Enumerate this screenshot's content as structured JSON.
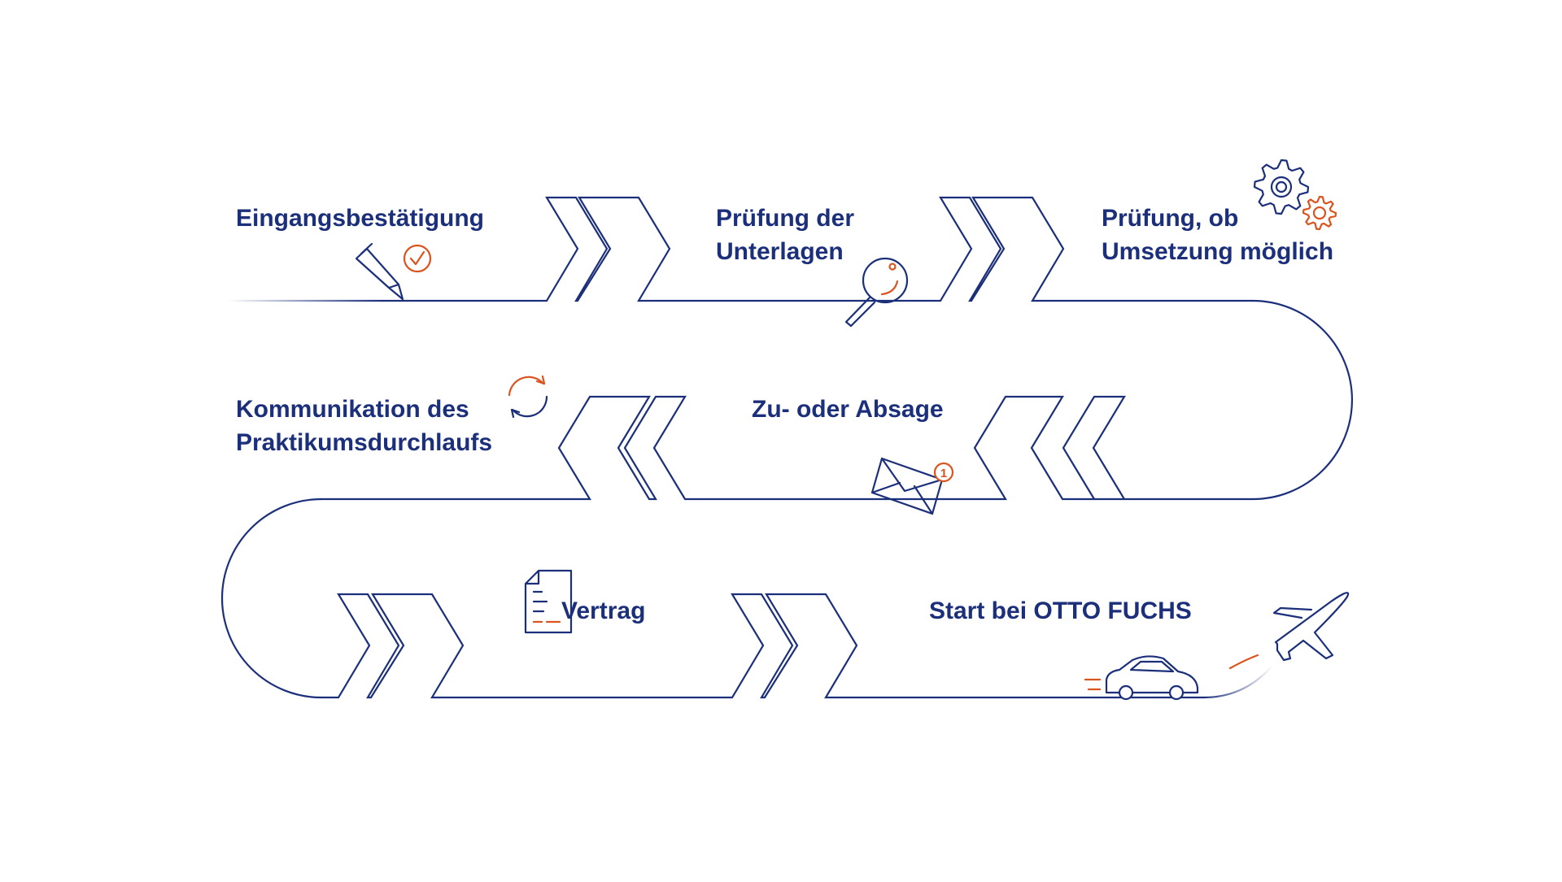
{
  "colors": {
    "primary": "#1b2f7a",
    "accent": "#d9541e",
    "background": "#ffffff"
  },
  "steps": [
    {
      "lines": [
        "Eingangsbestätigung"
      ],
      "icon": "pencil-check-icon"
    },
    {
      "lines": [
        "Prüfung der",
        "Unterlagen"
      ],
      "icon": "magnifier-icon"
    },
    {
      "lines": [
        "Prüfung, ob",
        "Umsetzung möglich"
      ],
      "icon": "gears-icon"
    },
    {
      "lines": [
        "Zu- oder Absage"
      ],
      "icon": "envelope-notification-icon",
      "badge": "1"
    },
    {
      "lines": [
        "Kommunikation des",
        "Praktikumsdurchlaufs"
      ],
      "icon": "refresh-icon"
    },
    {
      "lines": [
        "Vertrag"
      ],
      "icon": "document-icon"
    },
    {
      "lines": [
        "Start bei OTTO FUCHS"
      ],
      "icon": "car-airplane-icon"
    }
  ]
}
